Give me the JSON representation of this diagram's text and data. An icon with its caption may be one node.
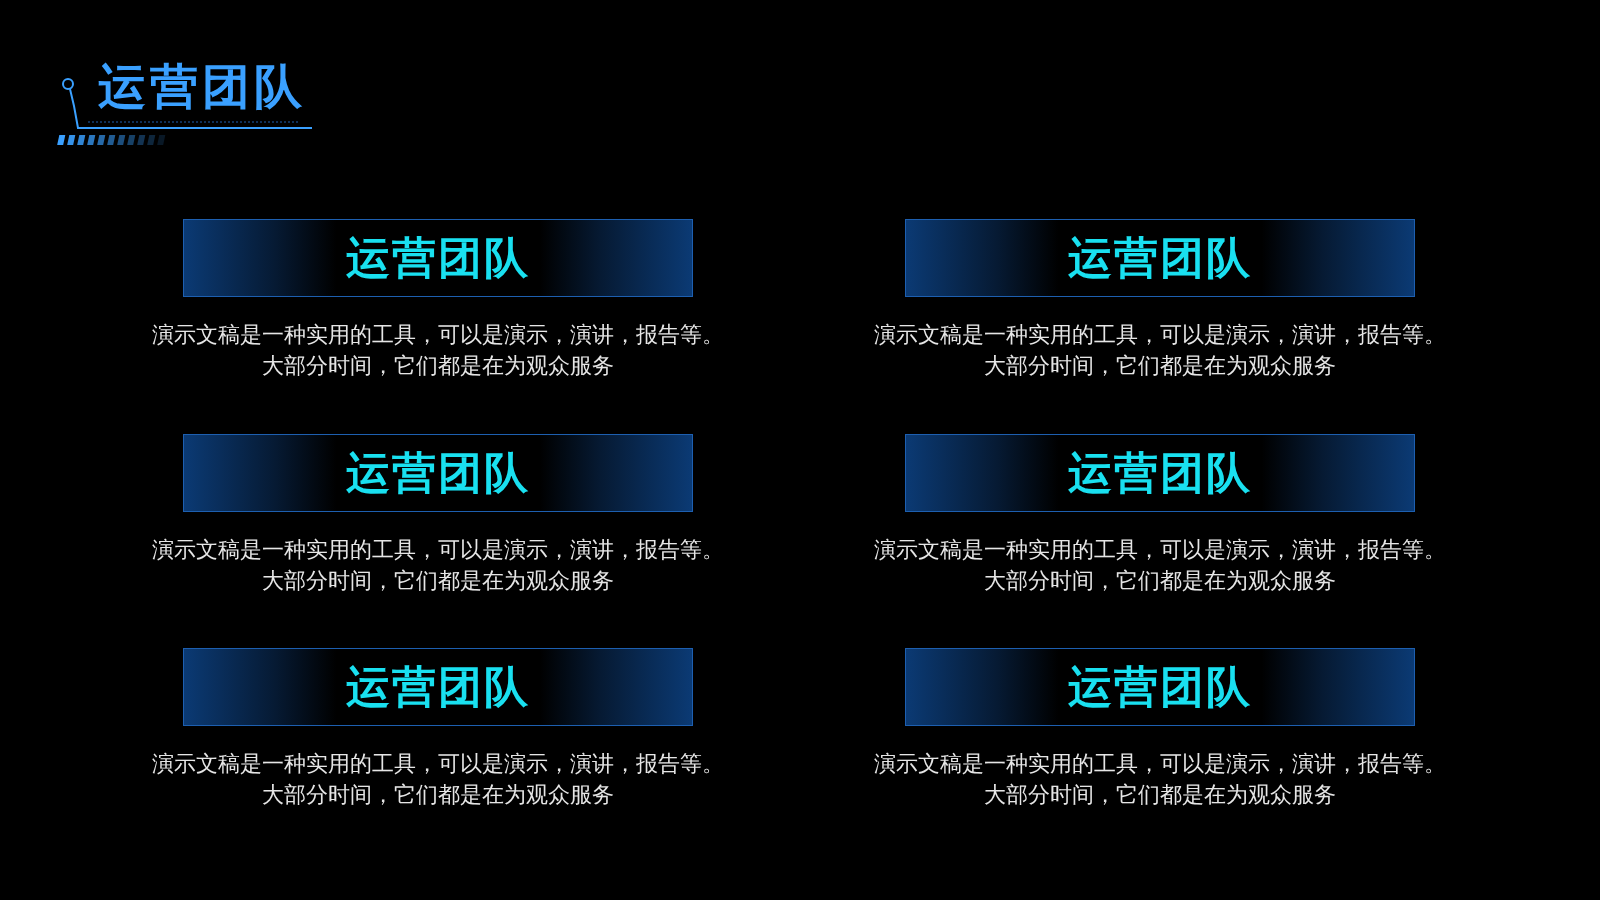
{
  "diagram": {
    "title": "运营团队",
    "nodes": [
      {
        "text": [
          "运营团队"
        ],
        "beside": [
          "演示文稿是一种实用的工具，可以是演示，演讲，报告等。大部分时间，它们都是在为观众服务"
        ]
      },
      {
        "text": [
          "运营团队"
        ],
        "beside": [
          "演示文稿是一种实用的工具，可以是演示，演讲，报告等。大部分时间，它们都是在为观众服务"
        ]
      },
      {
        "text": [
          "运营团队"
        ],
        "beside": [
          "演示文稿是一种实用的工具，可以是演示，演讲，报告等。大部分时间，它们都是在为观众服务"
        ]
      },
      {
        "text": [
          "运营团队"
        ],
        "beside": [
          "演示文稿是一种实用的工具，可以是演示，演讲，报告等。大部分时间，它们都是在为观众服务"
        ]
      },
      {
        "text": [
          "运营团队"
        ],
        "beside": [
          "演示文稿是一种实用的工具，可以是演示，演讲，报告等。大部分时间，它们都是在为观众服务"
        ]
      },
      {
        "text": [
          "运营团队"
        ],
        "beside": [
          "演示文稿是一种实用的工具，可以是演示，演讲，报告等。大部分时间，它们都是在为观众服务"
        ]
      }
    ]
  }
}
